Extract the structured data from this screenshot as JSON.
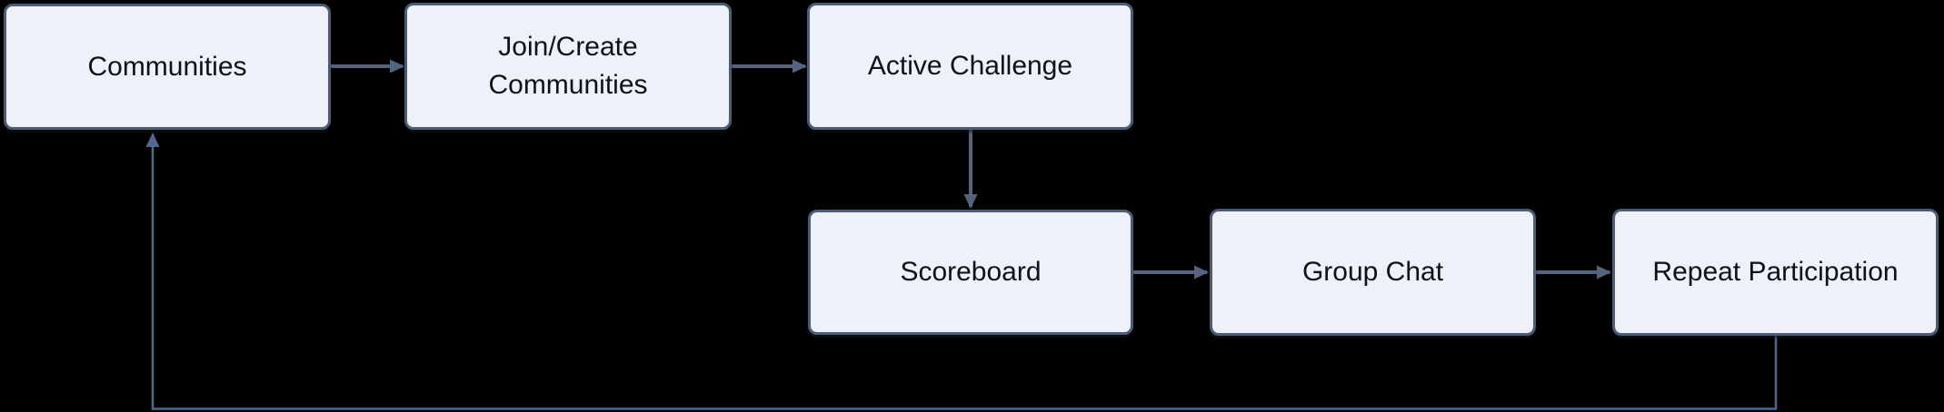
{
  "diagram": {
    "type": "flowchart",
    "background_color": "#000000",
    "node_fill_color": "#EEF1F9",
    "node_border_color": "#4D5C75",
    "edge_color": "#55647C",
    "loop_edge_color": "#54678F",
    "text_color": "#0E1116",
    "nodes": [
      {
        "id": "communities",
        "label": "Communities"
      },
      {
        "id": "join-create-communities",
        "label": "Join/Create\nCommunities"
      },
      {
        "id": "active-challenge",
        "label": "Active Challenge"
      },
      {
        "id": "scoreboard",
        "label": "Scoreboard"
      },
      {
        "id": "group-chat",
        "label": "Group Chat"
      },
      {
        "id": "repeat-participation",
        "label": "Repeat Participation"
      }
    ],
    "edges": [
      {
        "from": "communities",
        "to": "join-create-communities"
      },
      {
        "from": "join-create-communities",
        "to": "active-challenge"
      },
      {
        "from": "active-challenge",
        "to": "scoreboard"
      },
      {
        "from": "scoreboard",
        "to": "group-chat"
      },
      {
        "from": "group-chat",
        "to": "repeat-participation"
      },
      {
        "from": "repeat-participation",
        "to": "communities"
      }
    ]
  }
}
